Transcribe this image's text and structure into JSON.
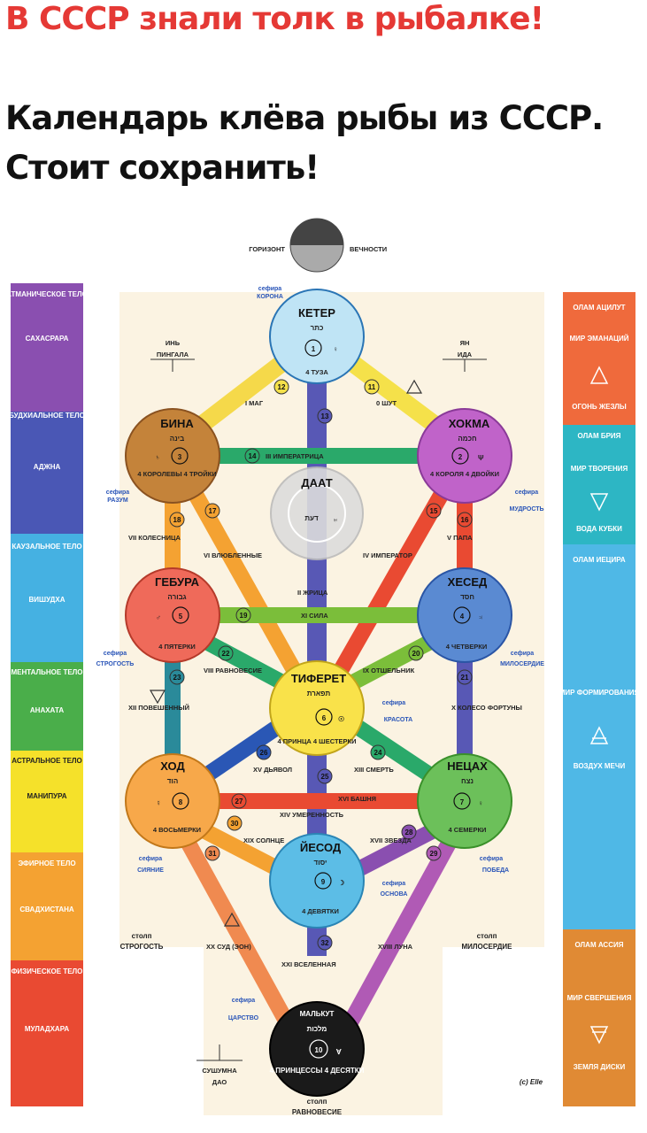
{
  "headline": "В СССР знали толк в рыбалке!",
  "subtitle": [
    "Календарь клёва рыбы из СССР.",
    "Стоит сохранить!"
  ],
  "diagram": {
    "top": {
      "left": "ГОРИЗОНТ",
      "right": "ВЕЧНОСТИ"
    },
    "left_channel": {
      "a": "ИНЬ",
      "b": "ПИНГАЛА"
    },
    "right_channel": {
      "a": "ЯН",
      "b": "ИДА"
    },
    "center_channel": {
      "a": "СУШУМНА",
      "b": "ДАО"
    },
    "sefirot": [
      {
        "key": "keter",
        "name": "КЕТЕР",
        "hebrew": "כתר",
        "num": "1",
        "symbol": "♀",
        "cards": "4 ТУЗА",
        "cap_a": "сефира",
        "cap_b": "КОРОНА"
      },
      {
        "key": "hokma",
        "name": "ХОКМА",
        "hebrew": "חכמה",
        "num": "2",
        "symbol": "Ψ",
        "cards": "4 КОРОЛЯ 4 ДВОЙКИ",
        "cap_a": "сефира",
        "cap_b": "МУДРОСТЬ"
      },
      {
        "key": "bina",
        "name": "БИНА",
        "hebrew": "בינה",
        "num": "3",
        "symbol": "♄",
        "cards": "4 КОРОЛЕВЫ 4 ТРОЙКИ",
        "cap_a": "сефира",
        "cap_b": "РАЗУМ"
      },
      {
        "key": "daat",
        "name": "ДААТ",
        "hebrew": "דעת",
        "num": "",
        "symbol": "♅",
        "cards": "",
        "cap_a": "",
        "cap_b": ""
      },
      {
        "key": "hesed",
        "name": "ХЕСЕД",
        "hebrew": "חסד",
        "num": "4",
        "symbol": "♃",
        "cards": "4 ЧЕТВЕРКИ",
        "cap_a": "сефира",
        "cap_b": "МИЛОСЕРДИЕ"
      },
      {
        "key": "gebura",
        "name": "ГЕБУРА",
        "hebrew": "גבורה",
        "num": "5",
        "symbol": "♂",
        "cards": "4 ПЯТЕРКИ",
        "cap_a": "сефира",
        "cap_b": "СТРОГОСТЬ"
      },
      {
        "key": "tiferet",
        "name": "ТИФЕРЕТ",
        "hebrew": "תפארת",
        "num": "6",
        "symbol": "☉",
        "cards": "4 ПРИНЦА 4 ШЕСТЕРКИ",
        "cap_a": "сефира",
        "cap_b": "КРАСОТА"
      },
      {
        "key": "netzah",
        "name": "НЕЦАХ",
        "hebrew": "נצח",
        "num": "7",
        "symbol": "♀",
        "cards": "4 СЕМЕРКИ",
        "cap_a": "сефира",
        "cap_b": "ПОБЕДА"
      },
      {
        "key": "hod",
        "name": "ХОД",
        "hebrew": "הוד",
        "num": "8",
        "symbol": "☿",
        "cards": "4 ВОСЬМЕРКИ",
        "cap_a": "сефира",
        "cap_b": "СИЯНИЕ"
      },
      {
        "key": "yesod",
        "name": "ЙЕСОД",
        "hebrew": "יסוד",
        "num": "9",
        "symbol": "☽",
        "cards": "4 ДЕВЯТКИ",
        "cap_a": "сефира",
        "cap_b": "ОСНОВА"
      },
      {
        "key": "malkut",
        "name": "МАЛЬКУТ",
        "hebrew": "מלכות",
        "num": "10",
        "symbol": "∀",
        "cards": "4 ПРИНЦЕССЫ 4 ДЕСЯТКИ",
        "cap_a": "сефира",
        "cap_b": "ЦАРСТВО"
      }
    ],
    "paths": [
      {
        "num": "11",
        "label": "0 ШУТ"
      },
      {
        "num": "12",
        "label": "I МАГ"
      },
      {
        "num": "13",
        "label": ""
      },
      {
        "num": "14",
        "label": "III ИМПЕРАТРИЦА"
      },
      {
        "num": "15",
        "label": "IV ИМПЕРАТОР"
      },
      {
        "num": "16",
        "label": "V ПАПА"
      },
      {
        "num": "17",
        "label": "VI ВЛЮБЛЕННЫЕ"
      },
      {
        "num": "18",
        "label": "VII КОЛЕСНИЦА"
      },
      {
        "num": "19",
        "label": "XI СИЛА"
      },
      {
        "num": "20",
        "label": "IX ОТШЕЛЬНИК"
      },
      {
        "num": "21",
        "label": "X КОЛЕСО ФОРТУНЫ"
      },
      {
        "num": "22",
        "label": "VIII РАВНОВЕСИЕ"
      },
      {
        "num": "23",
        "label": "XII ПОВЕШЕННЫЙ"
      },
      {
        "num": "24",
        "label": "XIII СМЕРТЬ"
      },
      {
        "num": "25",
        "label": "XIV УМЕРЕННОСТЬ"
      },
      {
        "num": "26",
        "label": "XV ДЬЯВОЛ"
      },
      {
        "num": "27",
        "label": "XVI БАШНЯ"
      },
      {
        "num": "28",
        "label": "XVII ЗВЕЗДА"
      },
      {
        "num": "29",
        "label": "XVIII ЛУНА"
      },
      {
        "num": "30",
        "label": "XIX СОЛНЦЕ"
      },
      {
        "num": "31",
        "label": "XX СУД (ЭОН)"
      },
      {
        "num": "32",
        "label": "XXI ВСЕЛЕННАЯ"
      }
    ],
    "extra_label": "II ЖРИЦА",
    "pillars": {
      "left": [
        "столп",
        "СТРОГОСТЬ"
      ],
      "right": [
        "столп",
        "МИЛОСЕРДИЕ"
      ],
      "center": [
        "столп",
        "РАВНОВЕСИЕ"
      ]
    },
    "signature": "(c) Elle",
    "left_bar": [
      {
        "title": "АТМАНИЧЕСКОЕ ТЕЛО",
        "name": "САХАСРАРА",
        "color": "#8a4fb0"
      },
      {
        "title": "БУДХИАЛЬНОЕ ТЕЛО",
        "name": "АДЖНА",
        "color": "#4a57b5"
      },
      {
        "title": "КАУЗАЛЬНОЕ ТЕЛО",
        "name": "ВИШУДХА",
        "color": "#45b1e2"
      },
      {
        "title": "МЕНТАЛЬНОЕ ТЕЛО",
        "name": "АНАХАТА",
        "color": "#4aae4a"
      },
      {
        "title": "АСТРАЛЬНОЕ ТЕЛО",
        "name": "МАНИПУРА",
        "color": "#f5e12a"
      },
      {
        "title": "ЭФИРНОЕ ТЕЛО",
        "name": "СВАДХИСТАНА",
        "color": "#f4a232"
      },
      {
        "title": "ФИЗИЧЕСКОЕ ТЕЛО",
        "name": "МУЛАДХАРА",
        "color": "#e94a32"
      }
    ],
    "right_bar": [
      {
        "title": "ОЛАМ АЦИЛУТ",
        "sub": "МИР ЭМАНАЦИЙ",
        "element": "ОГОНЬ ЖЕЗЛЫ",
        "color": "#ef6a3c"
      },
      {
        "title": "ОЛАМ БРИЯ",
        "sub": "МИР ТВОРЕНИЯ",
        "element": "ВОДА КУБКИ",
        "color": "#2db6c4"
      },
      {
        "title": "ОЛАМ ИЕЦИРА",
        "sub": "МИР ФОРМИРОВАНИЯ",
        "element": "ВОЗДУХ МЕЧИ",
        "color": "#4fb8e6"
      },
      {
        "title": "ОЛАМ АССИЯ",
        "sub": "МИР СВЕРШЕНИЯ",
        "element": "ЗЕМЛЯ ДИСКИ",
        "color": "#e08a34"
      }
    ]
  }
}
